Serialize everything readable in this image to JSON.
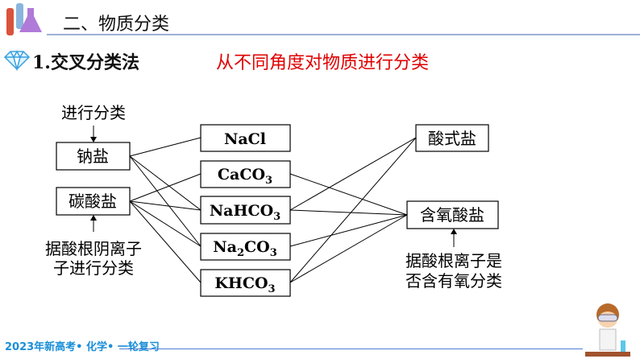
{
  "header": {
    "title": "二、物质分类",
    "subtitle": "1.交叉分类法",
    "note": "从不同角度对物质进行分类"
  },
  "left_labels": {
    "top": "进行分类",
    "bottom1": "据酸根阴离子",
    "bottom2": "子进行分类"
  },
  "left_boxes": [
    "钠盐",
    "碳酸盐"
  ],
  "middle_boxes": [
    {
      "a": "NaCl"
    },
    {
      "a": "CaCO",
      "s": "3"
    },
    {
      "a": "NaHCO",
      "s": "3"
    },
    {
      "a": "Na",
      "s2": "2",
      "b": "CO",
      "s": "3"
    },
    {
      "a": "KHCO",
      "s": "3"
    }
  ],
  "right_boxes": [
    "酸式盐",
    "含氧酸盐"
  ],
  "right_labels": {
    "line1": "据酸根离子是",
    "line2": "否含有氧分类"
  },
  "footer": "2023年新高考• 化学• 一轮复习",
  "colors": {
    "note": "#e00000",
    "footer": "#1a8fd8"
  }
}
